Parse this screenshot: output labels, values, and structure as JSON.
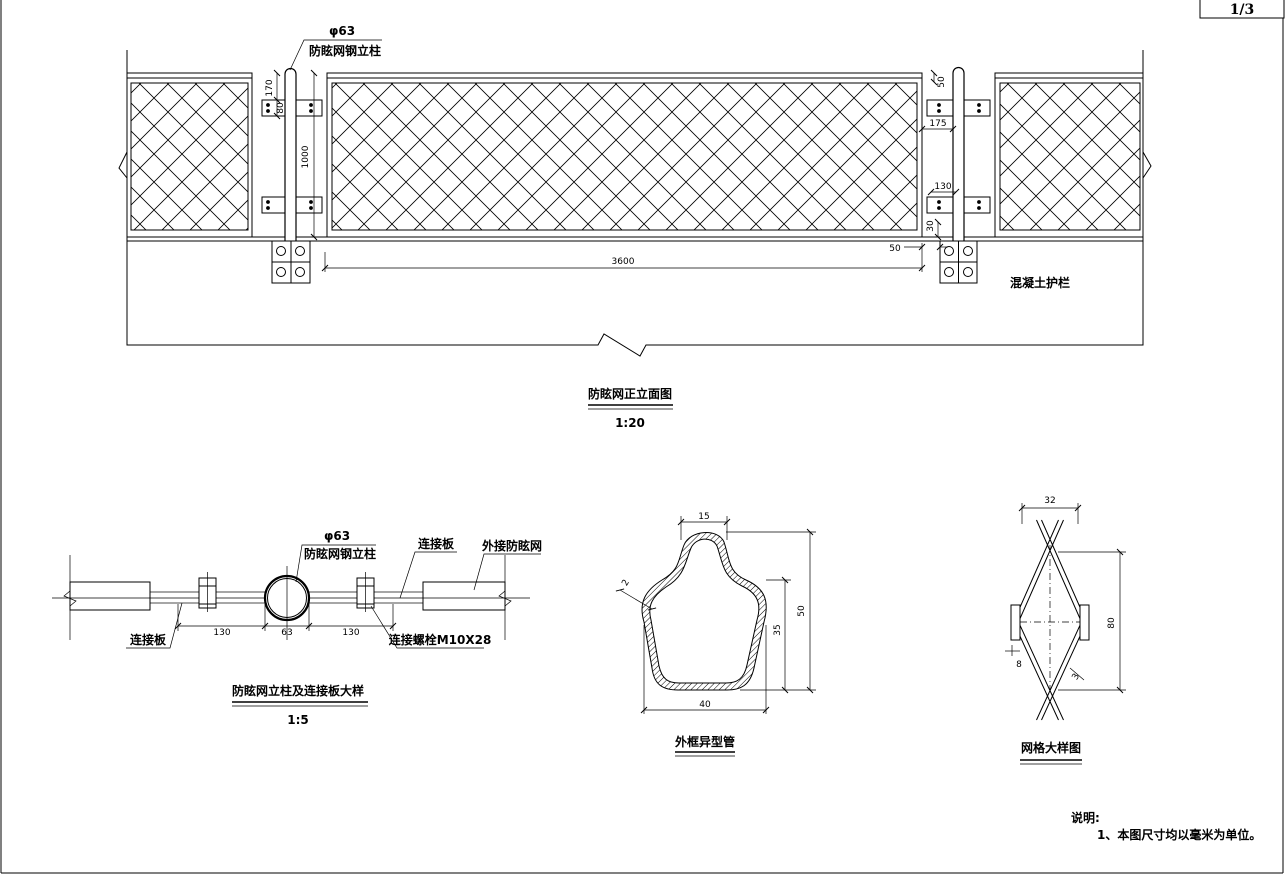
{
  "sheet": {
    "page": "1/3"
  },
  "elevation": {
    "post_leader": {
      "diameter": "φ63",
      "label": "防眩网钢立柱"
    },
    "dims": {
      "plate_top": "170",
      "plate_height": "80",
      "panel_height": "1000",
      "top_gap": "50",
      "plate_width": "175",
      "plate_offset": "130",
      "bottom_gap": "30",
      "end_gap": "50",
      "span": "3600"
    },
    "barrier_label": "混凝土护栏",
    "title": "防眩网正立面图",
    "scale": "1:20"
  },
  "post_detail": {
    "diameter": "φ63",
    "post_label": "防眩网钢立柱",
    "plate_label_top": "连接板",
    "outer_mesh_label": "外接防眩网",
    "plate_label_bottom": "连接板",
    "bolt_label": "连接螺栓M10X28",
    "dims": {
      "left": "130",
      "post": "63",
      "right": "130"
    },
    "title": "防眩网立柱及连接板大样",
    "scale": "1:5"
  },
  "tube_detail": {
    "dims": {
      "top": "15",
      "wall": "2",
      "height": "50",
      "inner_height": "35",
      "width": "40"
    },
    "title": "外框异型管"
  },
  "mesh_detail": {
    "dims": {
      "width": "32",
      "height": "80",
      "node": "8",
      "wire": "3"
    },
    "title": "网格大样图"
  },
  "notes": {
    "heading": "说明:",
    "items": [
      "1、本图尺寸均以毫米为单位。"
    ]
  },
  "colors": {
    "ink": "#000000",
    "paper": "#ffffff"
  }
}
